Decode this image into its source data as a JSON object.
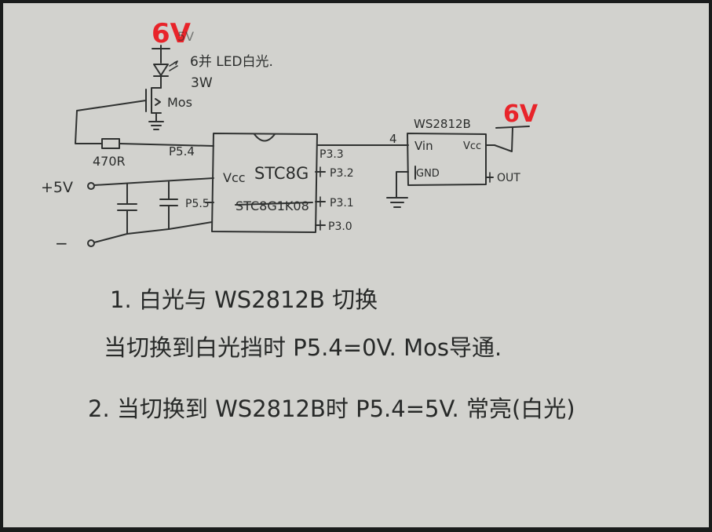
{
  "colors": {
    "paper": "#cfcfcb",
    "ink": "#2f3130",
    "red_ink": "#e8242a",
    "border": "#1a1c1c"
  },
  "schematic": {
    "supply_left_label": "6V",
    "supply_left_under": "5V",
    "led_label": "6并 LED白光.",
    "led_power": "3W",
    "mos_label": "Mos",
    "resistor_label": "470R",
    "pin_p54": "P5.4",
    "mcu_vcc": "Vcc",
    "mcu_name": "STC8G",
    "mcu_struck": "STC8G1K08",
    "pin_p55": "P5.5",
    "input_label": "+5V",
    "ground_left": "−",
    "pin_p33": "P3.3",
    "pin_p32": "P3.2",
    "pin_p31": "P3.1",
    "pin_p30": "P3.0",
    "wire_note": "4",
    "led_chip_name": "WS2812B",
    "supply_right_label": "6V",
    "chip_vin": "Vin",
    "chip_vcc": "Vcc",
    "chip_gnd": "GND",
    "chip_out": "OUT"
  },
  "notes": {
    "line1": "1. 白光与 WS2812B 切换",
    "line2": "当切换到白光挡时 P5.4=0V. Mos导通.",
    "line3": "2. 当切换到 WS2812B时 P5.4=5V. 常亮(白光)"
  }
}
